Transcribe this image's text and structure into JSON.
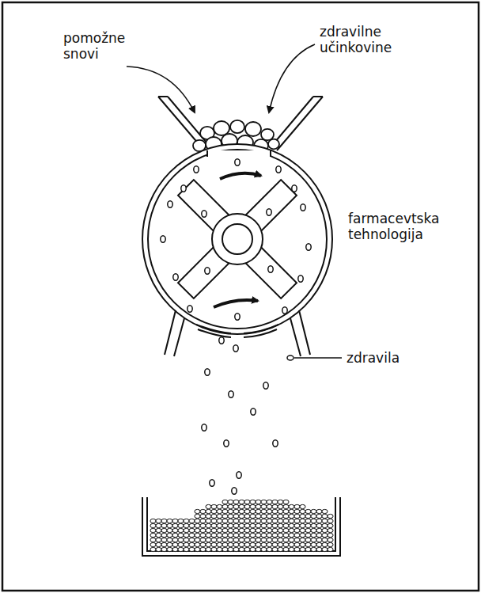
{
  "diagram": {
    "labels": [
      "pomožne snovi",
      "zdravilne učinkovine",
      "farmacevtska tehnologija",
      "zdravila"
    ]
  }
}
